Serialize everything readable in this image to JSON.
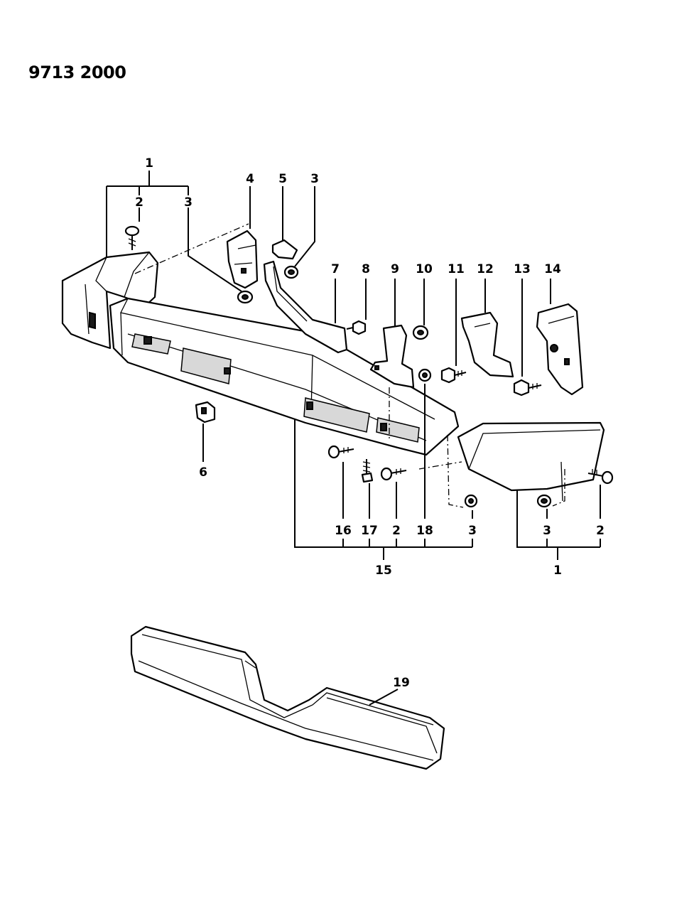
{
  "document": {
    "reference_number": "9713 2000"
  },
  "callouts": [
    {
      "id": "c1a",
      "text": "1"
    },
    {
      "id": "c2a",
      "text": "2"
    },
    {
      "id": "c3a",
      "text": "3"
    },
    {
      "id": "c4",
      "text": "4"
    },
    {
      "id": "c5",
      "text": "5"
    },
    {
      "id": "c3b",
      "text": "3"
    },
    {
      "id": "c7",
      "text": "7"
    },
    {
      "id": "c8",
      "text": "8"
    },
    {
      "id": "c9",
      "text": "9"
    },
    {
      "id": "c10",
      "text": "10"
    },
    {
      "id": "c11",
      "text": "11"
    },
    {
      "id": "c12",
      "text": "12"
    },
    {
      "id": "c13",
      "text": "13"
    },
    {
      "id": "c14",
      "text": "14"
    },
    {
      "id": "c6",
      "text": "6"
    },
    {
      "id": "c16",
      "text": "16"
    },
    {
      "id": "c17",
      "text": "17"
    },
    {
      "id": "c2b",
      "text": "2"
    },
    {
      "id": "c18",
      "text": "18"
    },
    {
      "id": "c3c",
      "text": "3"
    },
    {
      "id": "c15",
      "text": "15"
    },
    {
      "id": "c3d",
      "text": "3"
    },
    {
      "id": "c2c",
      "text": "2"
    },
    {
      "id": "c1b",
      "text": "1"
    },
    {
      "id": "c19",
      "text": "19"
    }
  ]
}
